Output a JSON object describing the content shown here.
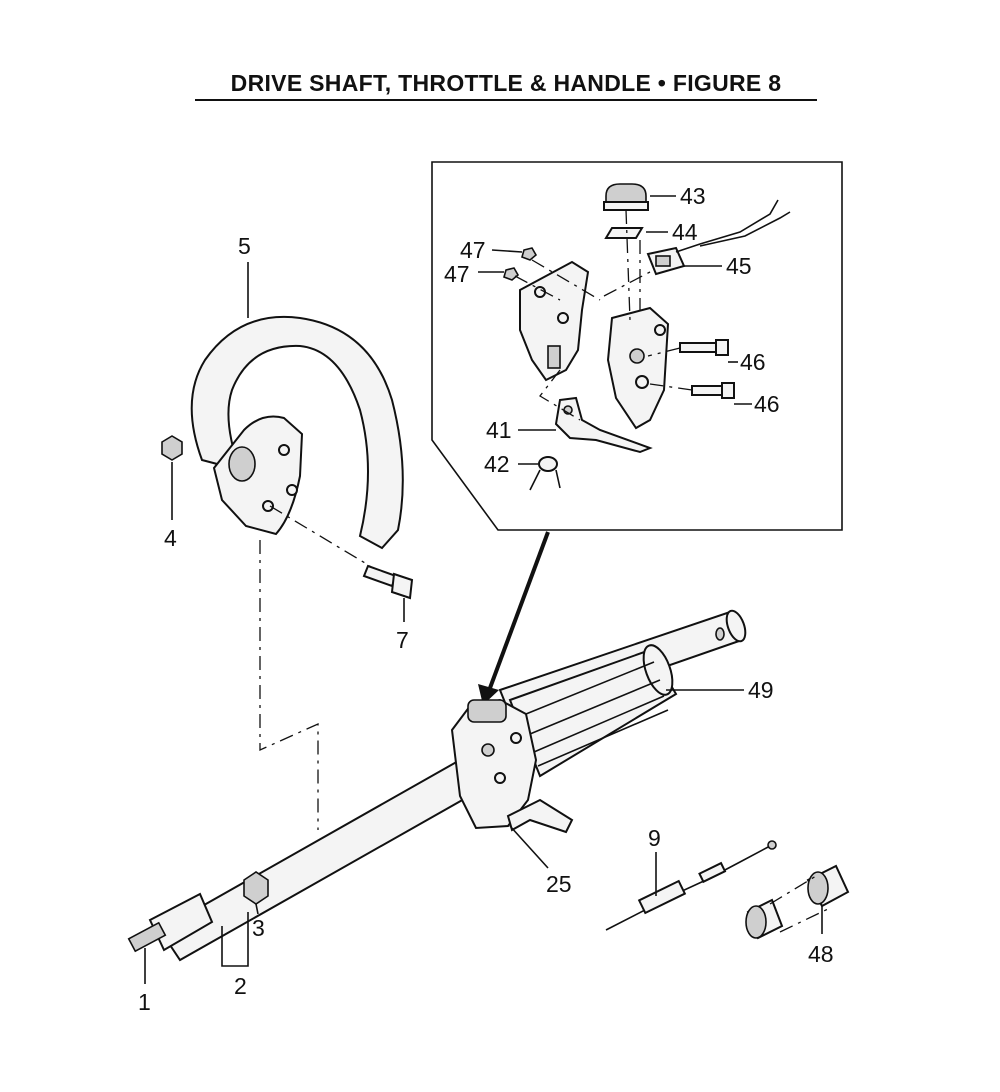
{
  "title": "DRIVE SHAFT, THROTTLE & HANDLE  •  FIGURE  8",
  "callouts": {
    "c1": "1",
    "c2": "2",
    "c3": "3",
    "c4": "4",
    "c5": "5",
    "c7": "7",
    "c9": "9",
    "c25": "25",
    "c41": "41",
    "c42": "42",
    "c43": "43",
    "c44": "44",
    "c45": "45",
    "c46a": "46",
    "c46b": "46",
    "c47a": "47",
    "c47b": "47",
    "c48": "48",
    "c49": "49"
  }
}
